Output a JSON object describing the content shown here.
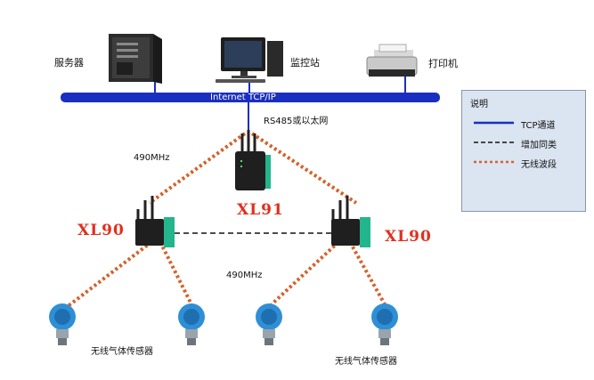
{
  "devices": {
    "server_label": "服务器",
    "monitor_label": "监控站",
    "printer_label": "打印机"
  },
  "bus": {
    "label": "Internet   TCP/IP",
    "link_label": "RS485或以太网"
  },
  "frequency_top": "490MHz",
  "frequency_bottom": "490MHz",
  "gateway_center": "XL91",
  "gateway_left": "XL90",
  "gateway_right": "XL90",
  "sensor_group_left": "无线气体传感器",
  "sensor_group_right": "无线气体传感器",
  "legend": {
    "title": "说明",
    "items": [
      {
        "label": "TCP通道",
        "style": "solid",
        "color": "#1a2fc0"
      },
      {
        "label": "增加同类",
        "style": "dashed",
        "color": "#111111"
      },
      {
        "label": "无线波段",
        "style": "dotted",
        "color": "#d4622a"
      }
    ]
  },
  "colors": {
    "bus": "#1a2fc0",
    "wireless": "#d4622a",
    "gateway_accent": "#23b58c",
    "sensor": "#2f8fd6",
    "gateway_label": "#e0301e"
  }
}
